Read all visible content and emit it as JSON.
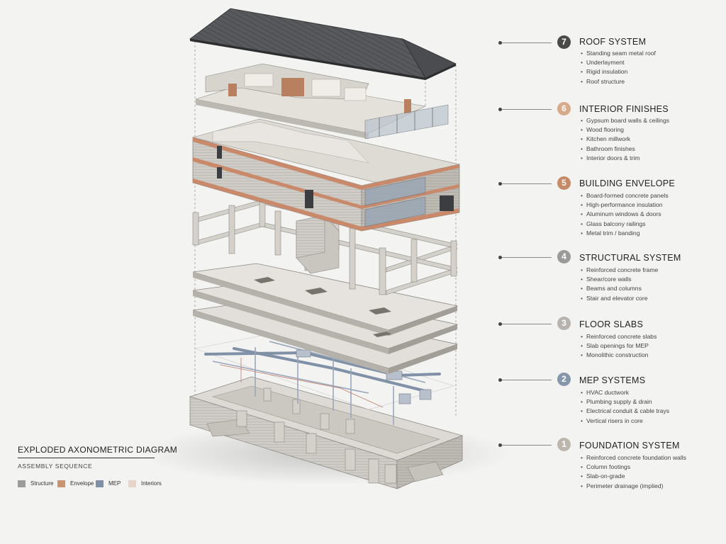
{
  "legend": {
    "title": "EXPLODED AXONOMETRIC DIAGRAM",
    "subtitle": "ASSEMBLY SEQUENCE",
    "items": [
      {
        "label": "Structure",
        "color": "#9c9c9c"
      },
      {
        "label": "Envelope",
        "color": "#c99472"
      },
      {
        "label": "MEP",
        "color": "#7f90a7"
      },
      {
        "label": "Interiors",
        "color": "#e8d3c8"
      }
    ]
  },
  "sections": [
    {
      "number": "7",
      "title": "ROOF SYSTEM",
      "badge_color": "#4a4a4a",
      "items": [
        "Standing seam metal roof",
        "Underlayment",
        "Rigid insulation",
        "Roof structure"
      ]
    },
    {
      "number": "6",
      "title": "INTERIOR FINISHES",
      "badge_color": "#d8aa8c",
      "items": [
        "Gypsum board walls & ceilings",
        "Wood flooring",
        "Kitchen millwork",
        "Bathroom finishes",
        "Interior doors &  trim"
      ]
    },
    {
      "number": "5",
      "title": "BUILDING ENVELOPE",
      "badge_color": "#c78a66",
      "items": [
        "Board-formed concrete panels",
        "High-performance insulation",
        "Aluminum windows & doors",
        "Glass balcony railings",
        "Metal trim / banding"
      ]
    },
    {
      "number": "4",
      "title": "STRUCTURAL SYSTEM",
      "badge_color": "#9a9a9a",
      "items": [
        "Reinforced concrete frame",
        "Shear/core walls",
        "Beams and columns",
        "Stair and elevator core"
      ]
    },
    {
      "number": "3",
      "title": "FLOOR SLABS",
      "badge_color": "#b7b4af",
      "items": [
        "Reinforced concrete slabs",
        "Slab openings for MEP",
        "Monolithic construction"
      ]
    },
    {
      "number": "2",
      "title": "MEP SYSTEMS",
      "badge_color": "#8696ab",
      "items": [
        "HVAC ductwork",
        "Plumbing supply & drain",
        "Electrical conduit & cable trays",
        "Vertical risers in core"
      ]
    },
    {
      "number": "1",
      "title": "FOUNDATION SYSTEM",
      "badge_color": "#bdb6ad",
      "items": [
        "Reinforced concrete foundation walls",
        "Column footings",
        "Slab-on-grade",
        "Perimeter drainage (implied)"
      ]
    }
  ]
}
